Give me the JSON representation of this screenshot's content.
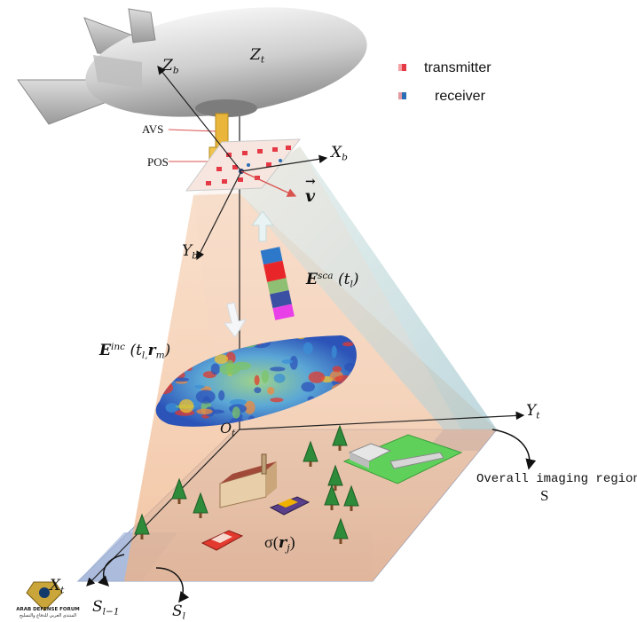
{
  "legend": {
    "transmitter": {
      "label": "transmitter",
      "color": "#e63946"
    },
    "receiver": {
      "label": "receiver",
      "color": "#2a6fb5"
    }
  },
  "axes": {
    "zb": {
      "main": "Z",
      "sub": "b"
    },
    "zt": {
      "main": "Z",
      "sub": "t"
    },
    "xb": {
      "main": "X",
      "sub": "b"
    },
    "yb": {
      "main": "Y",
      "sub": "b"
    },
    "yt": {
      "main": "Y",
      "sub": "t"
    },
    "xt": {
      "main": "X",
      "sub": "t"
    },
    "ot": {
      "main": "O",
      "sub": "t"
    }
  },
  "labels": {
    "avs": "AVS",
    "pos": "POS",
    "velocity": "v",
    "e_sca": {
      "main": "E",
      "sup": "sca",
      "arg": "(t",
      "arg_sub": "l",
      "close": ")"
    },
    "e_inc": {
      "main": "E",
      "sup": "inc",
      "arg": "(t",
      "arg_sub": "l,",
      "r": "r",
      "r_sub": "m",
      "close": ")"
    },
    "sigma": {
      "main": "σ(",
      "r": "r",
      "r_sub": "j",
      "close": ")"
    },
    "overall_line1": "Overall imaging region",
    "overall_line2": "S",
    "s_l_minus_1": {
      "main": "S",
      "sub": "l−1"
    },
    "s_l": {
      "main": "S",
      "sub": "l"
    }
  },
  "watermark": {
    "title": "ARAB DEFENSE FORUM",
    "subtitle": "المنتدى العربي للدفاع والتسليح"
  },
  "colors": {
    "signal_strip": [
      "#2d78c8",
      "#e8262a",
      "#8fbf73",
      "#3b4fa3",
      "#e83fe8"
    ],
    "ground": "#c9d3e6",
    "beam_warm": "#f2b98c",
    "beam_cool": "#b9d6d6"
  }
}
